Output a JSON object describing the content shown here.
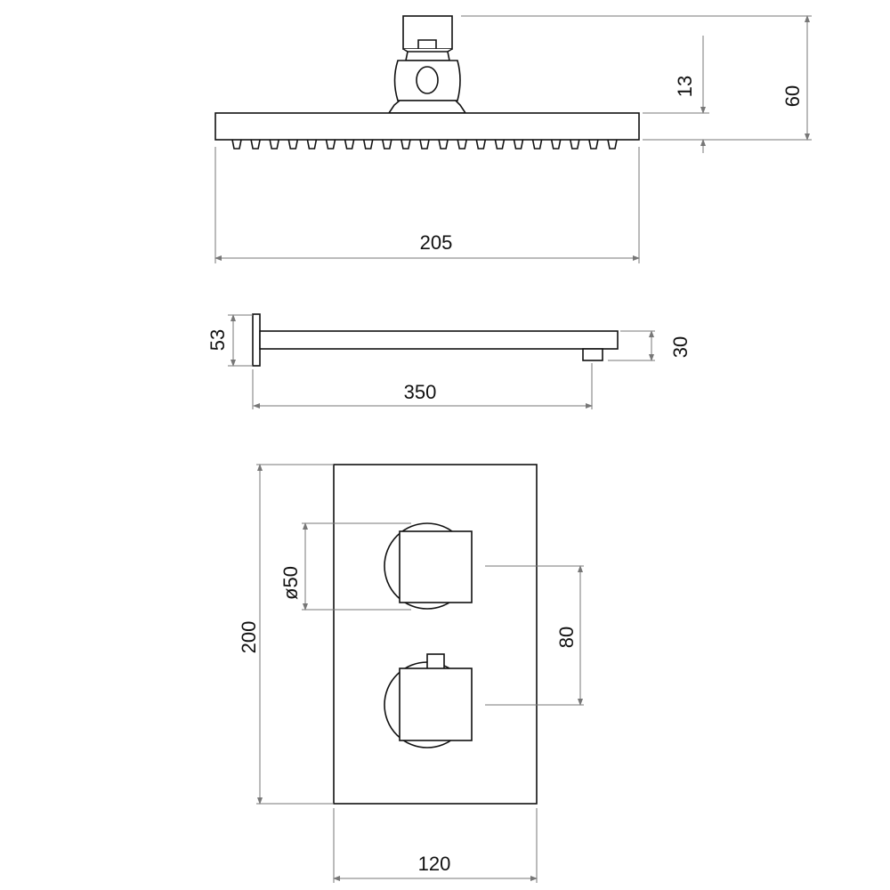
{
  "dimensions": {
    "head_neck_height": "13",
    "head_total_height": "60",
    "head_width": "205",
    "arm_plate_height": "53",
    "arm_length": "350",
    "arm_drop": "30",
    "knob_diameter": "ø50",
    "knob_spacing": "80",
    "valve_height": "200",
    "valve_width": "120"
  }
}
